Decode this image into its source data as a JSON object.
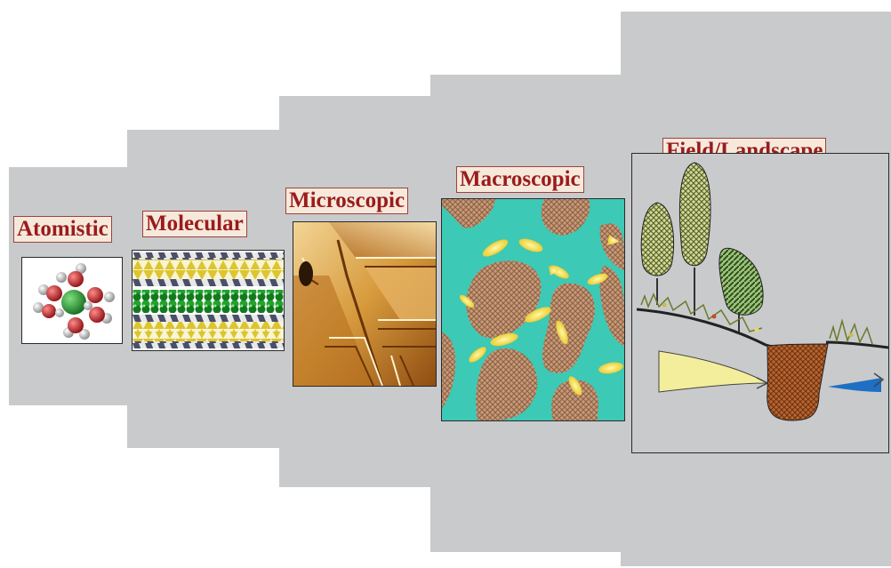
{
  "scales": [
    {
      "id": "atomistic",
      "label": "Atomistic"
    },
    {
      "id": "molecular",
      "label": "Molecular"
    },
    {
      "id": "microscopic",
      "label": "Microscopic"
    },
    {
      "id": "macroscopic",
      "label": "Macroscopic"
    },
    {
      "id": "field",
      "label": "Field/Landscape"
    }
  ],
  "colors": {
    "panel": "#c9cacc",
    "label_text": "#9b1b1b",
    "label_bg": "#f6e9dc",
    "atom_center": "#2f9a3a",
    "atom_oxygen": "#c8282a",
    "atom_hydrogen": "#c9c9c9",
    "macro_water": "#3cc9b5",
    "macro_particle": "#b8876a",
    "macro_organism": "#f2e23a",
    "soil_pit": "#a05528",
    "infiltration": "#f3ee9c",
    "discharge": "#1f6fc4"
  }
}
